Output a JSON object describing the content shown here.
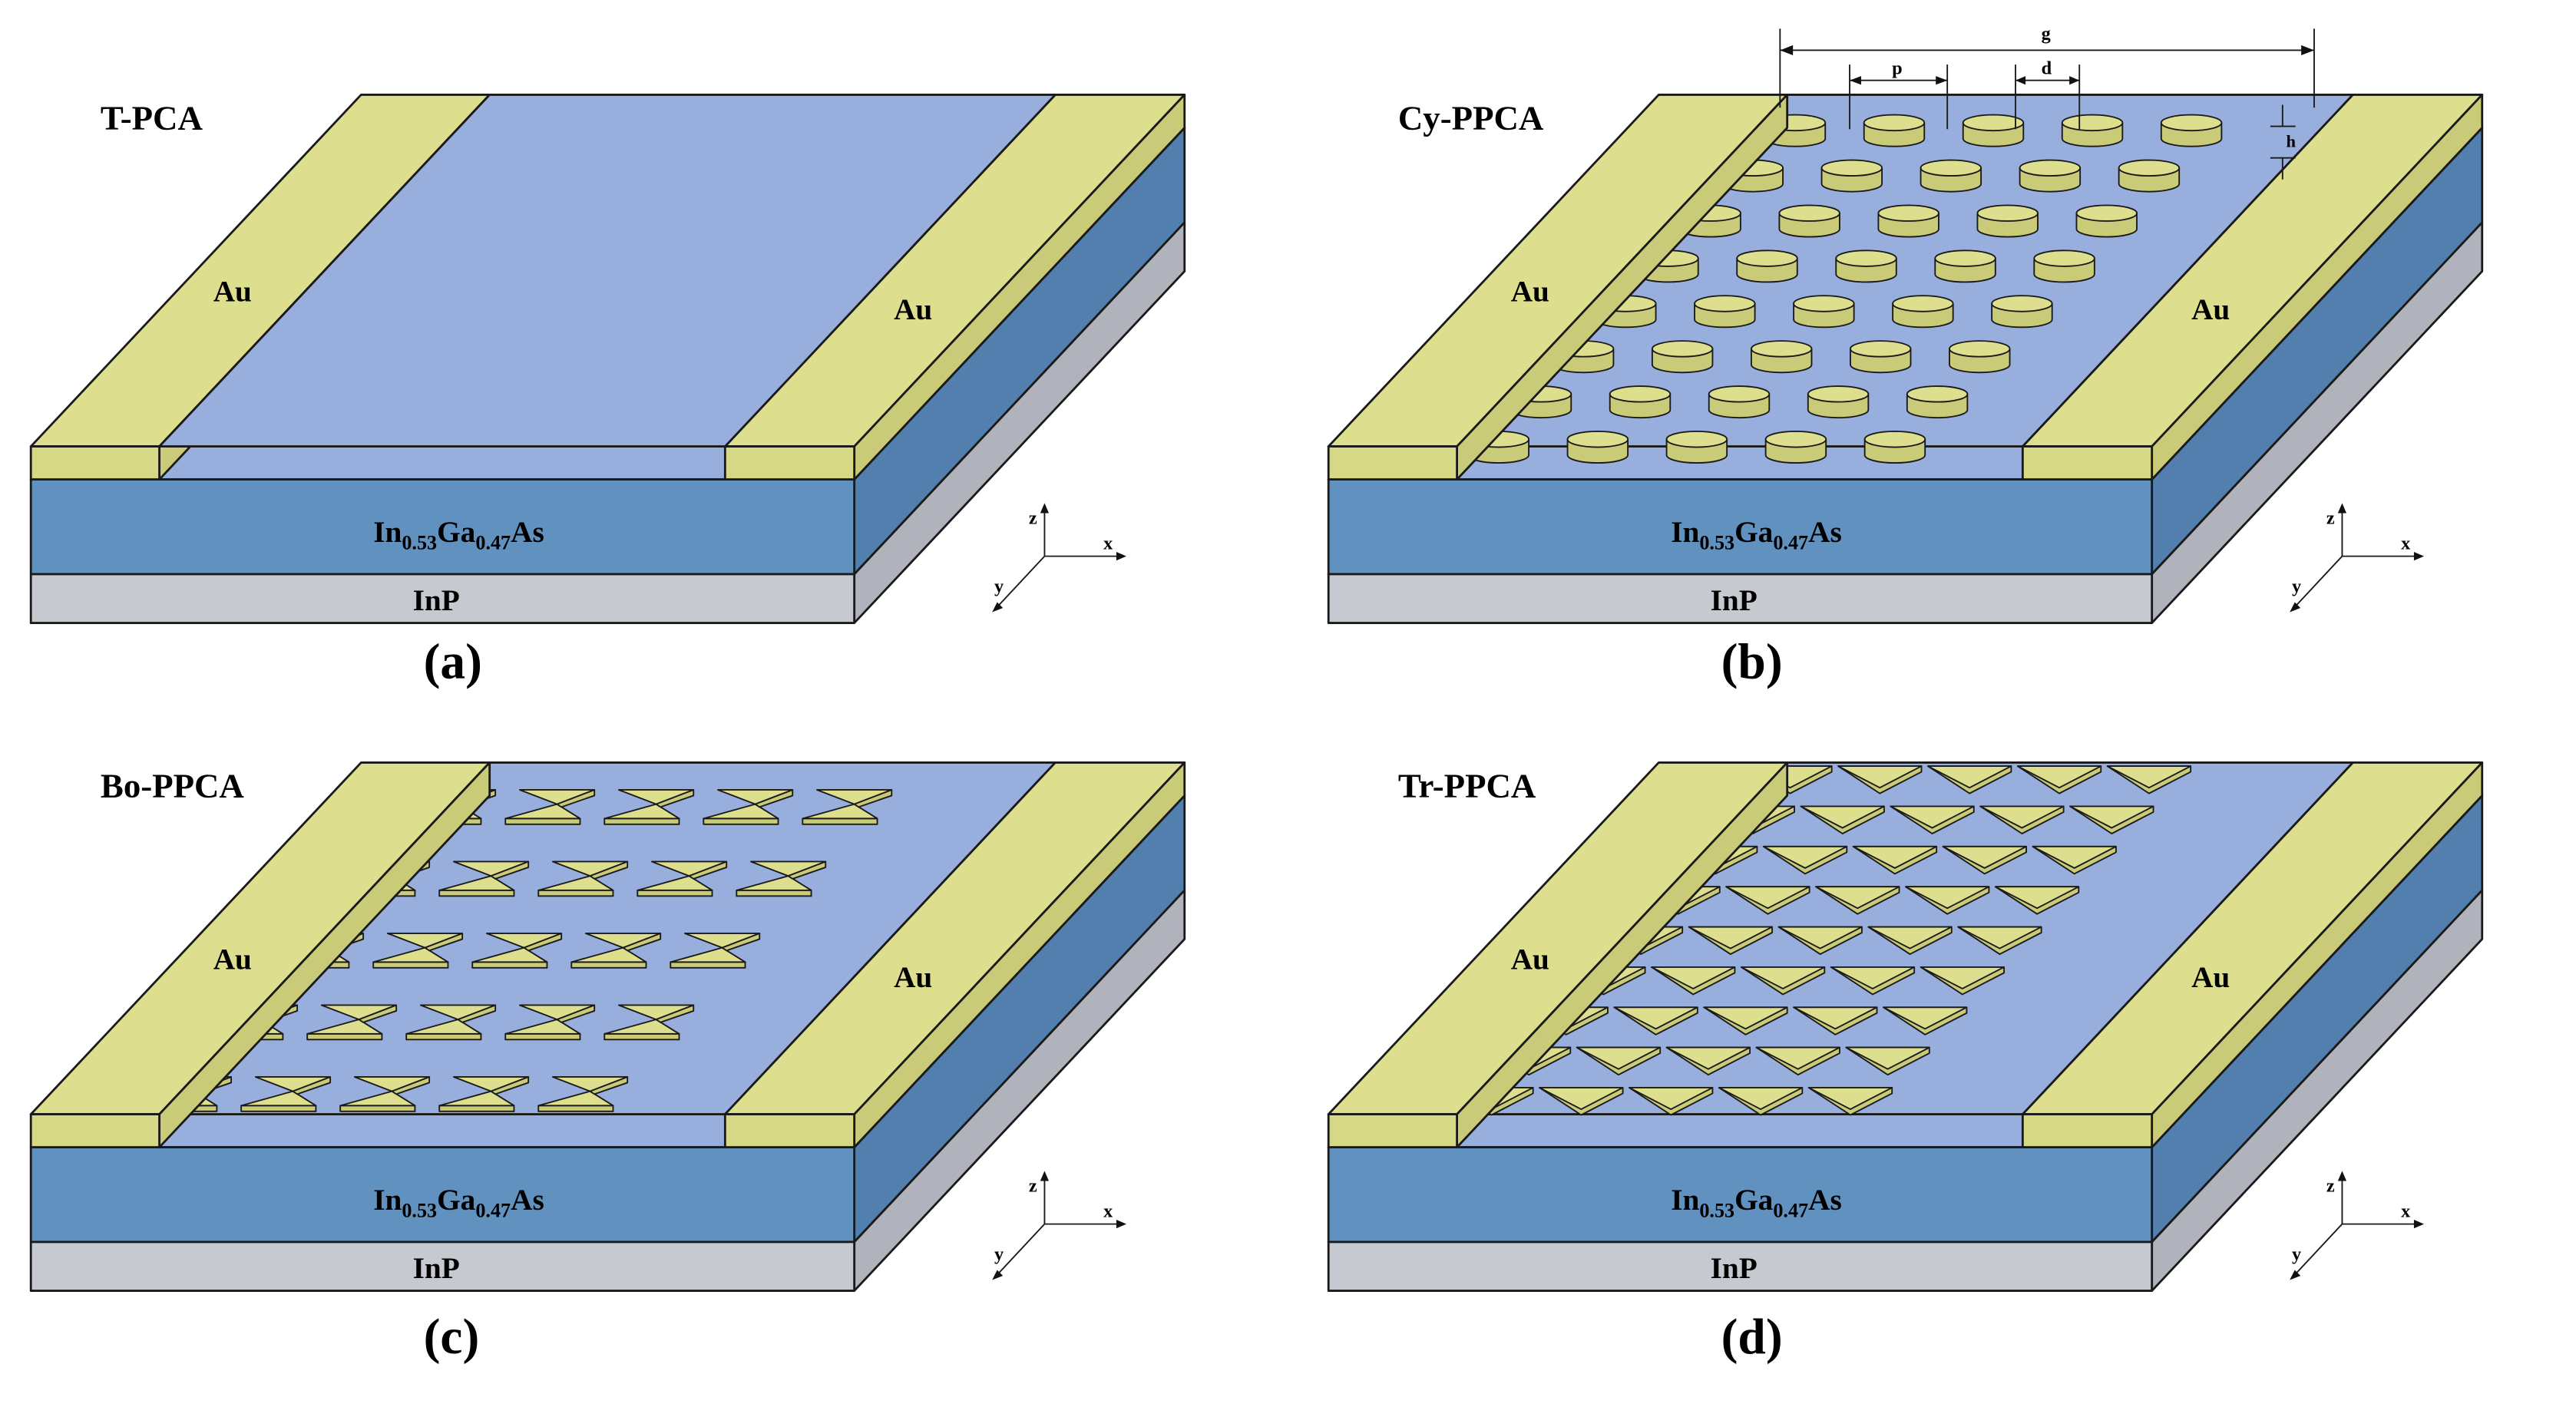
{
  "colors": {
    "gold_top": "#DDDF8E",
    "gold_side": "#C9CB78",
    "gold_front": "#D6D885",
    "active_top": "#98AEDC",
    "ingaas_front": "#6191BE",
    "ingaas_side": "#527FAE",
    "inp_front": "#C6C9D0",
    "inp_side": "#B0B3BC"
  },
  "layers": {
    "electrode": "Au",
    "substrate": "InP"
  },
  "ingaas_formula": {
    "in": "In",
    "in_sub": "0.53",
    "ga": "Ga",
    "ga_sub": "0.47",
    "as": "As"
  },
  "axes": {
    "x": "x",
    "y": "y",
    "z": "z"
  },
  "dimensions": {
    "g": "g",
    "p": "p",
    "d": "d",
    "h": "h"
  },
  "panels": [
    {
      "key": "a",
      "title": "T-PCA",
      "caption": "(a)",
      "pattern": "none"
    },
    {
      "key": "b",
      "title": "Cy-PPCA",
      "caption": "(b)",
      "pattern": "cylinder"
    },
    {
      "key": "c",
      "title": "Bo-PPCA",
      "caption": "(c)",
      "pattern": "bowtie"
    },
    {
      "key": "d",
      "title": "Tr-PPCA",
      "caption": "(d)",
      "pattern": "triangle"
    }
  ]
}
